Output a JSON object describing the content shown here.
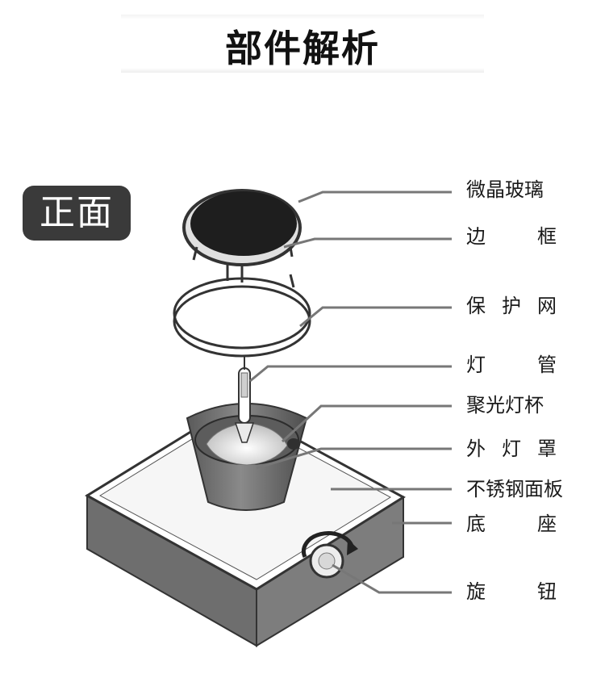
{
  "header": {
    "title": "部件解析"
  },
  "view_badge": "正面",
  "parts": [
    {
      "id": "glass",
      "label": "微晶玻璃"
    },
    {
      "id": "frame",
      "label": "边框"
    },
    {
      "id": "guard",
      "label": "保护网"
    },
    {
      "id": "tube",
      "label": "灯管"
    },
    {
      "id": "cup",
      "label": "聚光灯杯"
    },
    {
      "id": "cover",
      "label": "外灯罩"
    },
    {
      "id": "panel",
      "label": "不锈钢面板"
    },
    {
      "id": "base",
      "label": "底座"
    },
    {
      "id": "knob",
      "label": "旋钮"
    }
  ]
}
